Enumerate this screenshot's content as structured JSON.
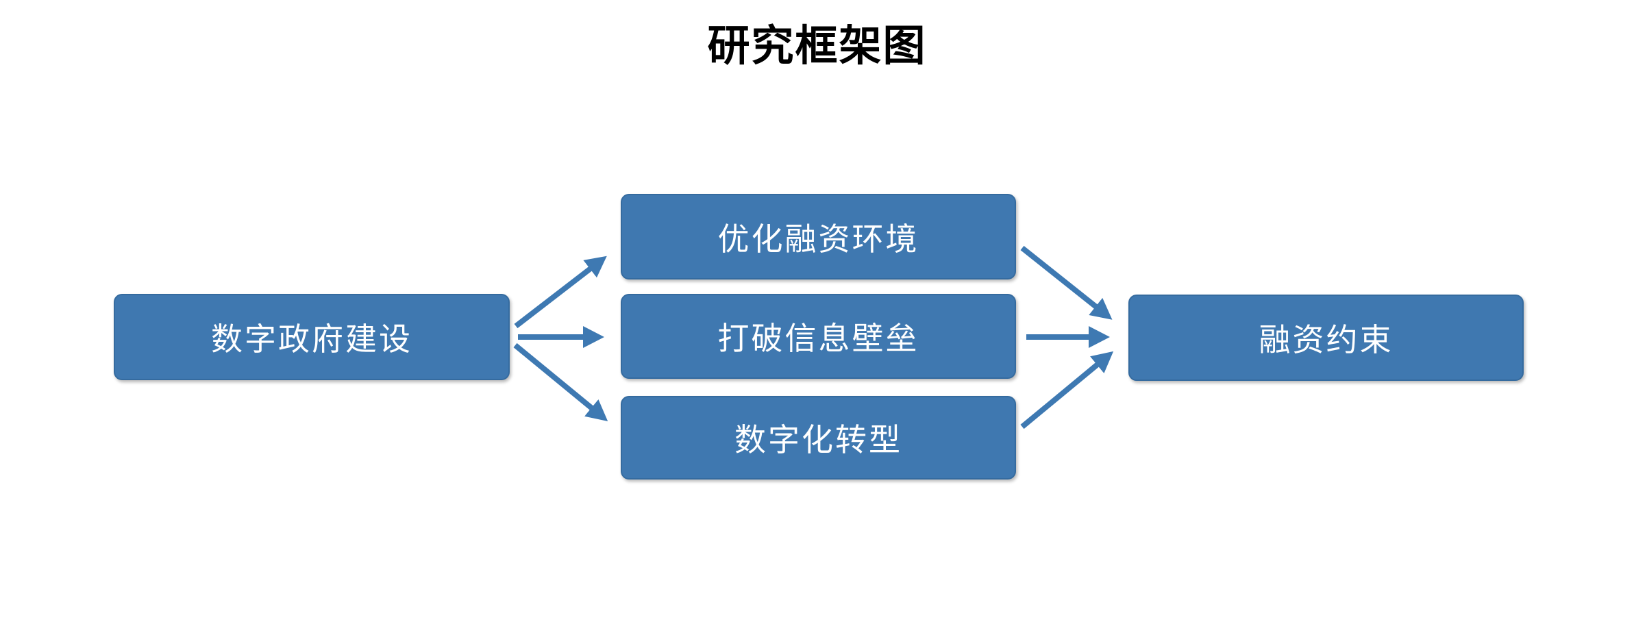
{
  "title": "研究框架图",
  "colors": {
    "box_fill": "#3F78B0",
    "box_border": "#356B9F",
    "arrow": "#3E79B2",
    "box_text": "#FFFFFF",
    "title_color": "#000000",
    "background": "#FFFFFF"
  },
  "diagram": {
    "source": {
      "label": "数字政府建设"
    },
    "mediators": [
      {
        "label": "优化融资环境"
      },
      {
        "label": "打破信息壁垒"
      },
      {
        "label": "数字化转型"
      }
    ],
    "outcome": {
      "label": "融资约束"
    },
    "edges": [
      "source→mediator-1",
      "source→mediator-2",
      "source→mediator-3",
      "mediator-1→outcome",
      "mediator-2→outcome",
      "mediator-3→outcome"
    ]
  }
}
